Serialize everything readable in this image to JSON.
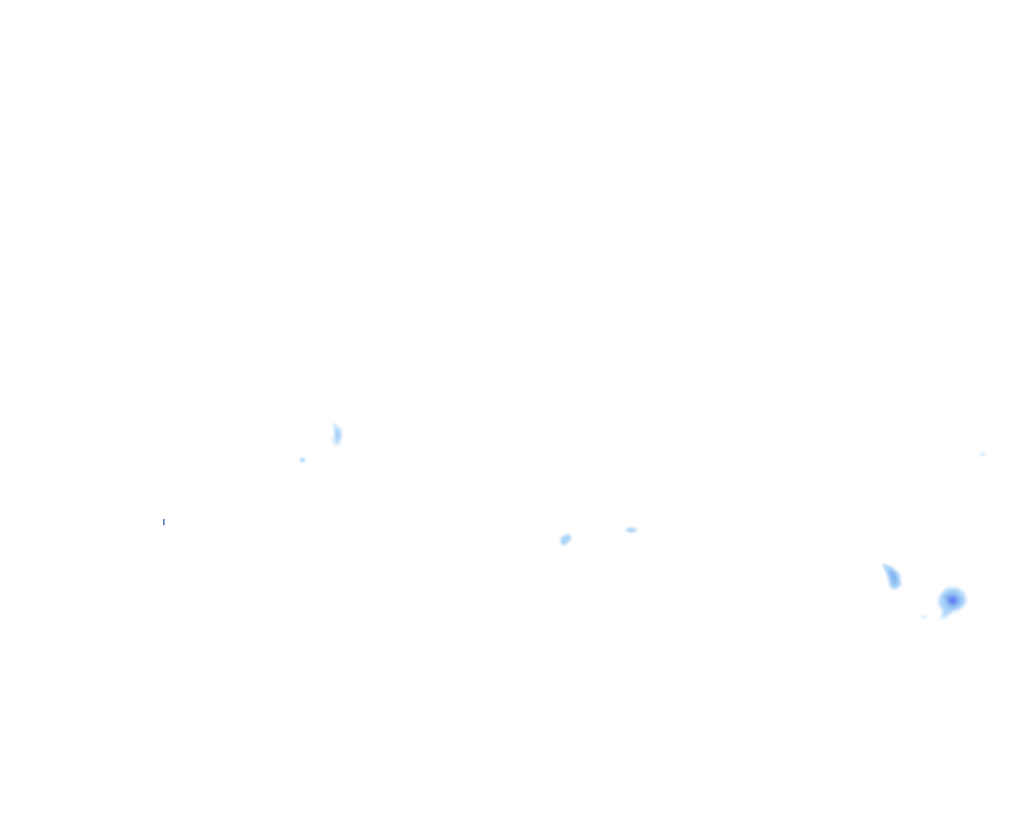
{
  "map": {
    "background_color": "#ffffff",
    "palette": {
      "faint": "#cfe6fb",
      "light": "#a9d3f7",
      "medium": "#86b7f2",
      "strong": "#6f8ff2",
      "core": "#5f6df0",
      "marker": "#2f66b3"
    },
    "intensity_levels": [
      "faint",
      "light",
      "medium",
      "strong",
      "core"
    ]
  }
}
